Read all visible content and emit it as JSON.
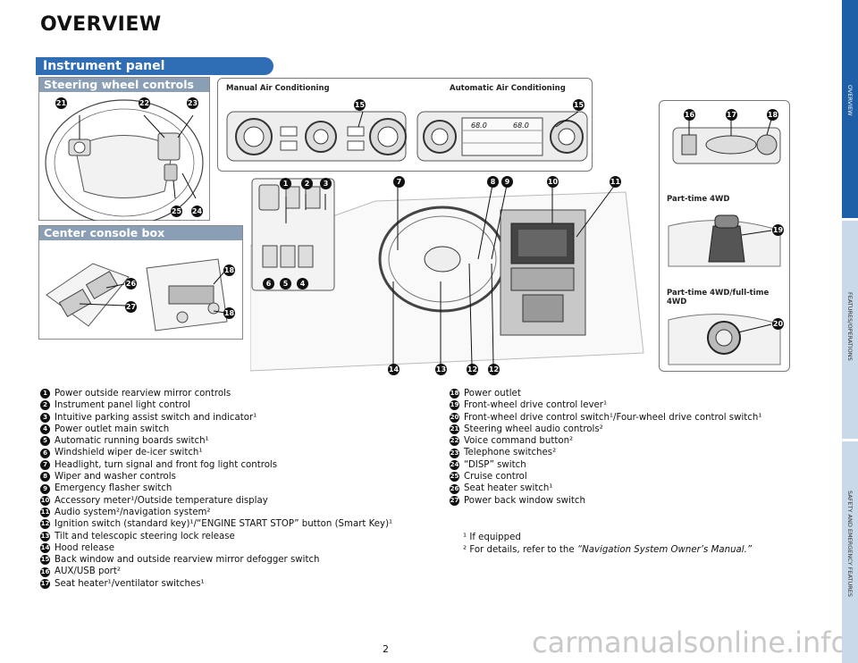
{
  "page_title": "OVERVIEW",
  "section_title": "Instrument panel",
  "steering_title": "Steering wheel controls",
  "console_title": "Center console box",
  "manual_ac_label": "Manual Air Conditioning",
  "auto_ac_label": "Automatic Air Conditioning",
  "part_time_label": "Part-time 4WD",
  "full_time_label": "Part-time 4WD/full-time 4WD",
  "auto_ac_temps": [
    "68.0",
    "68.0"
  ],
  "legend_left": [
    {
      "n": "1",
      "text": "Power outside rearview mirror controls"
    },
    {
      "n": "2",
      "text": "Instrument panel light control"
    },
    {
      "n": "3",
      "text": "Intuitive parking assist switch and indicator¹"
    },
    {
      "n": "4",
      "text": "Power outlet main switch"
    },
    {
      "n": "5",
      "text": "Automatic running boards switch¹"
    },
    {
      "n": "6",
      "text": "Windshield wiper de-icer switch¹"
    },
    {
      "n": "7",
      "text": "Headlight, turn signal and front fog light controls"
    },
    {
      "n": "8",
      "text": "Wiper and washer controls"
    },
    {
      "n": "9",
      "text": "Emergency flasher switch"
    },
    {
      "n": "10",
      "text": "Accessory meter¹/Outside temperature display"
    },
    {
      "n": "11",
      "text": "Audio system²/navigation system²"
    },
    {
      "n": "12",
      "text": "Ignition switch (standard key)¹/“ENGINE START STOP” button (Smart Key)¹"
    },
    {
      "n": "13",
      "text": "Tilt and telescopic steering lock release"
    },
    {
      "n": "14",
      "text": "Hood release"
    },
    {
      "n": "15",
      "text": "Back window and outside rearview mirror defogger switch"
    },
    {
      "n": "16",
      "text": "AUX/USB port²"
    },
    {
      "n": "17",
      "text": "Seat heater¹/ventilator switches¹"
    }
  ],
  "legend_right": [
    {
      "n": "18",
      "text": "Power outlet"
    },
    {
      "n": "19",
      "text": "Front-wheel drive control lever¹"
    },
    {
      "n": "20",
      "text": "Front-wheel drive control switch¹/Four-wheel drive control switch¹"
    },
    {
      "n": "21",
      "text": "Steering wheel audio controls²"
    },
    {
      "n": "22",
      "text": "Voice command button²"
    },
    {
      "n": "23",
      "text": "Telephone switches²"
    },
    {
      "n": "24",
      "text": "“DISP” switch"
    },
    {
      "n": "25",
      "text": "Cruise control"
    },
    {
      "n": "26",
      "text": "Seat heater switch¹"
    },
    {
      "n": "27",
      "text": "Power back window switch"
    }
  ],
  "footnote1": "¹ If equipped",
  "footnote2_prefix": "² For details, refer to the ",
  "footnote2_italic": "“Navigation System Owner’s Manual.”",
  "page_number": "2",
  "tabs": [
    {
      "label": "OVERVIEW",
      "color": "#1f5fa8"
    },
    {
      "label": "FEATURES/OPERATIONS",
      "color": "#c9d9ea"
    },
    {
      "label": "SAFETY AND EMERGENCY FEATURES",
      "color": "#c9d9ea"
    }
  ],
  "watermark": "carmanualsonline.info"
}
